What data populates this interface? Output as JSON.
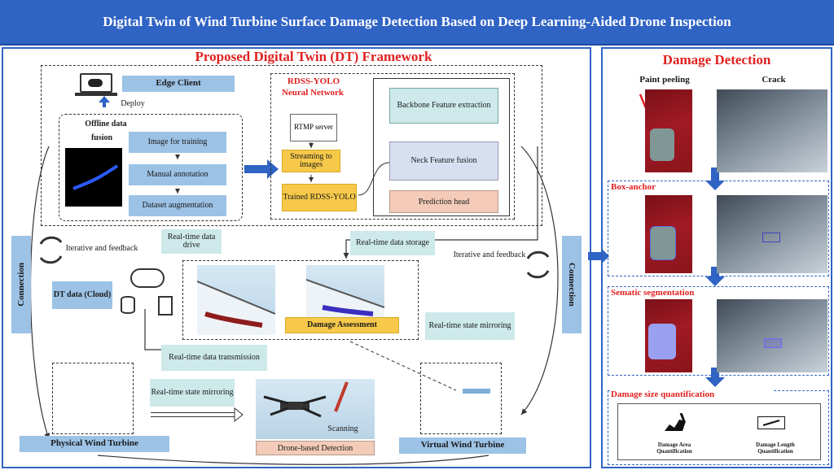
{
  "banner": {
    "title": "Digital Twin of Wind Turbine Surface Damage Detection Based on Deep Learning-Aided Drone Inspection"
  },
  "framework": {
    "title": "Proposed Digital Twin (DT) Framework",
    "edge_client": "Edge Client",
    "deploy": "Deploy",
    "offline_title": "Offline data",
    "offline_fusion": "fusion",
    "image_training": "Image for training",
    "manual_annotation": "Manual annotation",
    "dataset_aug": "Dataset augmentation",
    "rdss_title_1": "RDSS-YOLO",
    "rdss_title_2": "Neural Network",
    "rtmp": "RTMP server",
    "streaming": "Streaming to images",
    "trained": "Trained RDSS-YOLO",
    "backbone": "Backbone Feature extraction",
    "neck": "Neck Feature fusion",
    "prediction": "Prediction head",
    "rt_data_drive": "Real-time data drive",
    "rt_data_storage": "Real-time data storage",
    "iter_left": "Iterative and feedback",
    "iter_right": "Iterative and feedback",
    "dt_data": "DT data (Cloud)",
    "damage_assessment": "Damage Assessment",
    "rt_state_right": "Real-time state mirroring",
    "rt_transmission": "Real-time data transmission",
    "rt_state_bottom": "Real-time state mirroring",
    "scanning": "Scanning",
    "drone_detection": "Drone-based Detection",
    "physical": "Physical Wind Turbine",
    "virtual": "Virtual Wind Turbine",
    "connection_left": "Connection",
    "connection_right": "Connection"
  },
  "damage": {
    "title": "Damage Detection",
    "paint_peeling": "Paint peeling",
    "crack": "Crack",
    "box_anchor": "Box-anchor",
    "semantic": "Sematic segmentation",
    "size_quant": "Damage size quantification",
    "area_quant": "Damage Area Quantification",
    "length_quant": "Damage Length Quantification"
  }
}
